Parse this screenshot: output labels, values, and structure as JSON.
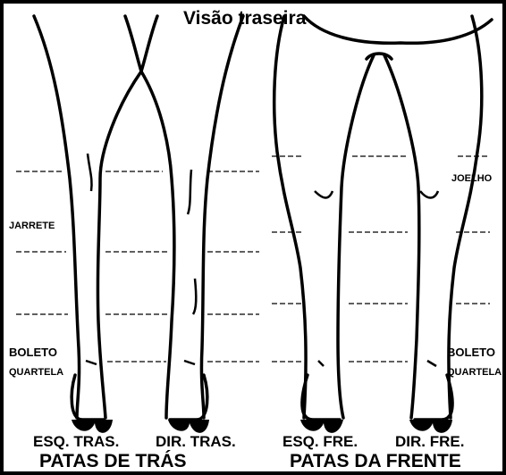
{
  "title": "Visão traseira",
  "labels": {
    "jarrete": "JARRETE",
    "boleto_left": "BOLETO",
    "quartela_left": "QUARTELA",
    "joelho": "JOELHO",
    "boleto_right": "BOLETO",
    "quartela_right": "QUARTELA"
  },
  "legs": {
    "esq_tras": "ESQ. TRAS.",
    "dir_tras": "DIR. TRAS.",
    "esq_fre": "ESQ. FRE.",
    "dir_fre": "DIR. FRE."
  },
  "groups": {
    "hind": "PATAS DE TRÁS",
    "front": "PATAS DA FRENTE"
  }
}
